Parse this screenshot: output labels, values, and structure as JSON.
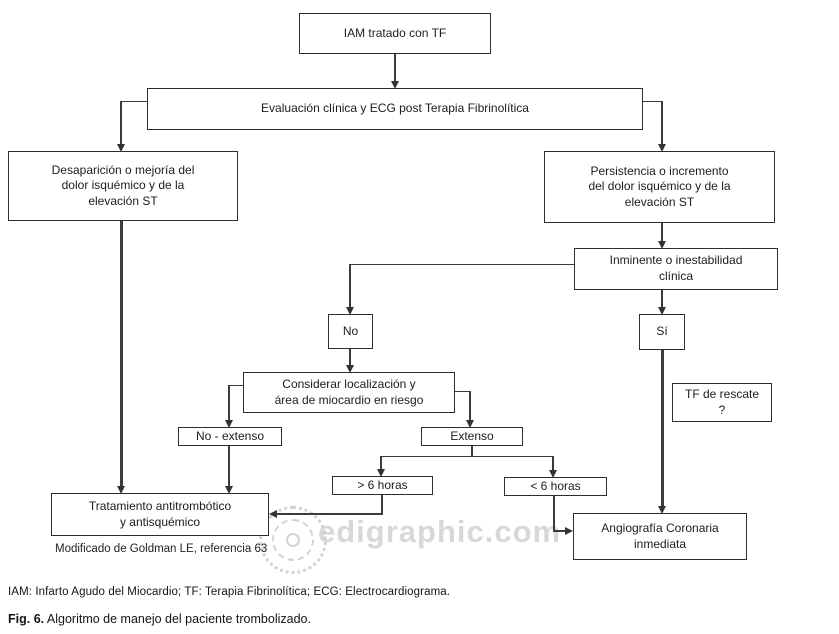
{
  "figure": {
    "type": "flowchart",
    "watermark": "edigraphic.com",
    "credit": "Modificado de Goldman LE,  referencia 63",
    "captions": {
      "abbreviations": "IAM: Infarto Agudo del Miocardio; TF: Terapia Fibrinolítica; ECG: Electrocardiograma.",
      "fig_label": "Fig. 6.",
      "fig_text": " Algoritmo de manejo del paciente trombolizado."
    },
    "colors": {
      "line": "#3b3b3b",
      "box_border": "#2d2d2d",
      "box_fill": "#ffffff",
      "watermark": "#c9cdc9"
    }
  },
  "nodes": {
    "iam": {
      "label": "IAM tratado con TF"
    },
    "evaluacion": {
      "label": "Evaluación clínica y ECG post Terapia Fibrinolítica"
    },
    "desaparicion": {
      "label": "Desaparición o mejoría del\ndolor isquémico y de la\nelevación ST"
    },
    "persistencia": {
      "label": "Persistencia o incremento\ndel dolor isquémico y de la\nelevación ST"
    },
    "inminente": {
      "label": "Inminente o inestabilidad\nclínica"
    },
    "no": {
      "label": "No"
    },
    "si": {
      "label": "Sí"
    },
    "considerar": {
      "label": "Considerar localización y\nárea de miocardio en riesgo"
    },
    "tf_rescate": {
      "label": "TF de rescate\n?"
    },
    "no_extenso": {
      "label": "No - extenso"
    },
    "extenso": {
      "label": "Extenso"
    },
    "mas_6_horas": {
      "label": "> 6 horas"
    },
    "menos_6_horas": {
      "label": "< 6 horas"
    },
    "tratamiento": {
      "label": "Tratamiento antitrombótico\ny antisquémico"
    },
    "angiografia": {
      "label": "Angiografía Coronaria\ninmediata"
    }
  }
}
